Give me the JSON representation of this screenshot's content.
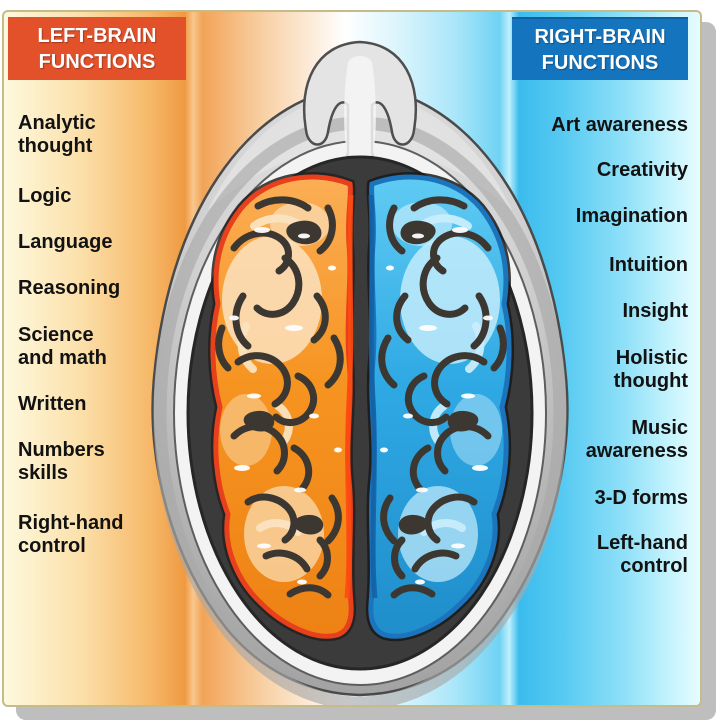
{
  "left_panel": {
    "header_label": "LEFT-BRAIN\nFUNCTIONS",
    "items": [
      "Analytic\nthought",
      "Logic",
      "Language",
      "Reasoning",
      "Science\nand math",
      "Written",
      "Numbers\nskills",
      "Right-hand\ncontrol"
    ]
  },
  "right_panel": {
    "header_label": "RIGHT-BRAIN\nFUNCTIONS",
    "items": [
      "Art awareness",
      "Creativity",
      "Imagination",
      "Intuition",
      "Insight",
      "Holistic\nthought",
      "Music\nawareness",
      "3-D forms",
      "Left-hand\ncontrol"
    ]
  },
  "illustration": {
    "name": "brain-top-view-in-head",
    "left_hemisphere": "orange",
    "right_hemisphere": "blue"
  },
  "colors": {
    "left_header_bg": "#E3512B",
    "right_header_bg": "#1474BE",
    "header_text": "#FFFFFF",
    "body_text": "#121212",
    "left_panel_gradient": [
      "#FEF9DE",
      "#EF9A41"
    ],
    "right_panel_gradient": [
      "#3BBCEE",
      "#E6FCFF"
    ],
    "left_hemisphere_fill": "#F69421",
    "left_hemisphere_rim": "#E8401C",
    "right_hemisphere_fill": "#2FA9E4",
    "right_hemisphere_rim": "#1B74BC",
    "sulci": "#3C3831",
    "head_gray": "#C9C9C9",
    "skull_cavity": "#3B3B3B",
    "card_border": "#C6BC8B",
    "card_shadow": "#BEBEBE"
  }
}
